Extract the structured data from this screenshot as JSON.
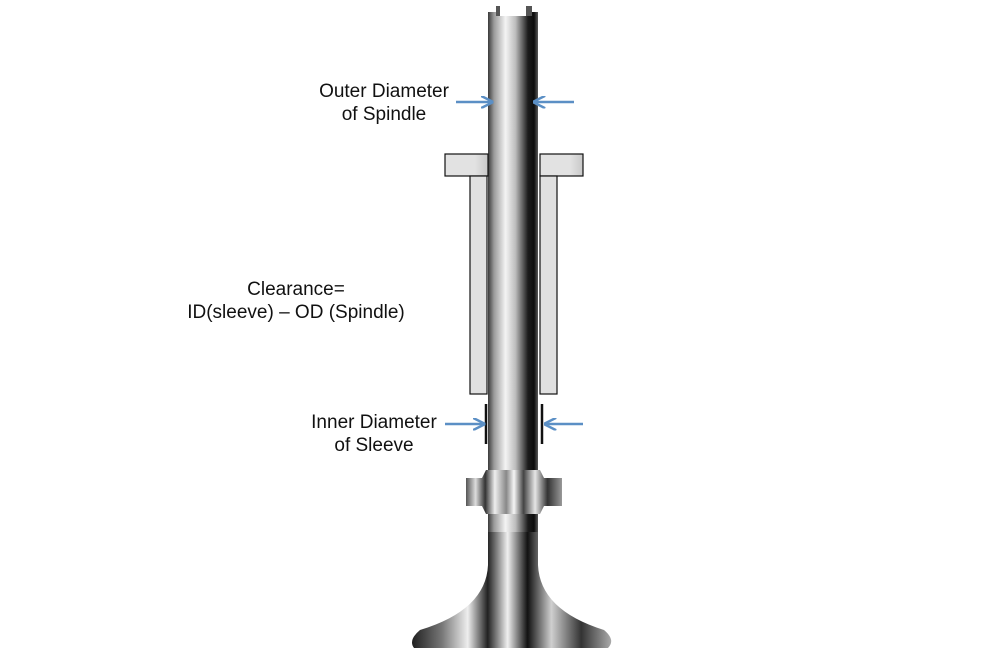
{
  "labels": {
    "outer_diameter": {
      "line1": "Outer Diameter",
      "line2": "of Spindle"
    },
    "clearance": {
      "line1": "Clearance=",
      "line2": "ID(sleeve) – OD (Spindle)"
    },
    "inner_diameter": {
      "line1": "Inner Diameter",
      "line2": "of Sleeve"
    }
  },
  "colors": {
    "arrow": "#5b8fc5",
    "sleeve_fill": "#e0e0e0",
    "outline": "#111111",
    "metal_dark": "#1a1a1a",
    "metal_light": "#f2f2f2"
  }
}
